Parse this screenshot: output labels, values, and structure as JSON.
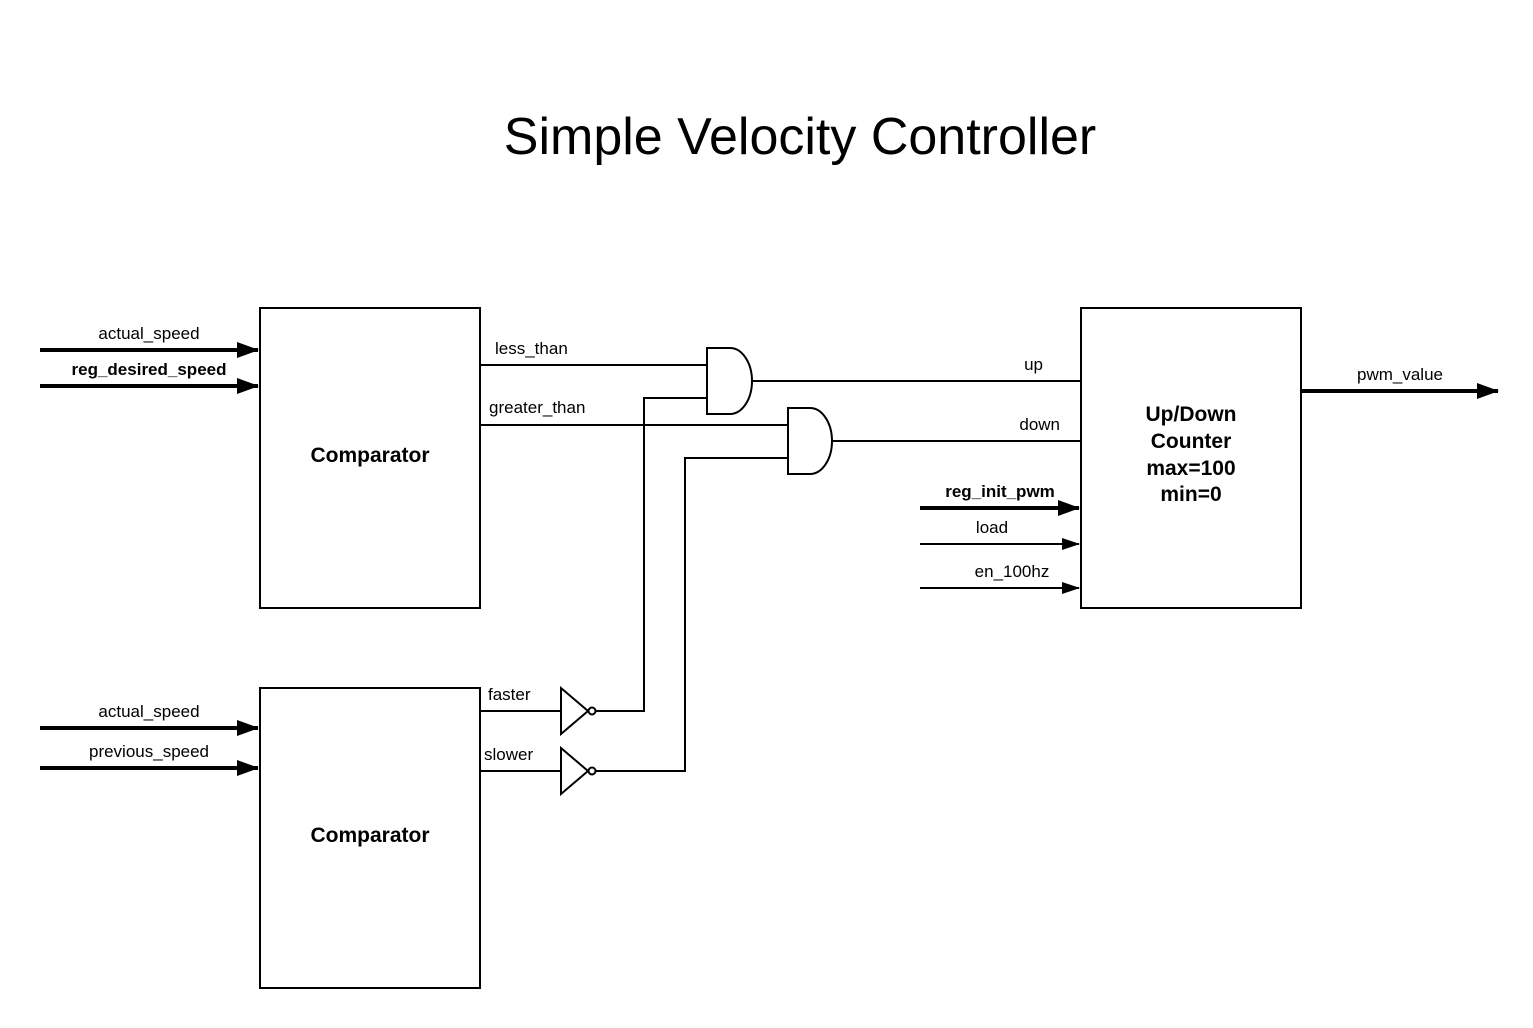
{
  "title": "Simple Velocity Controller",
  "blocks": {
    "comparator_top": {
      "label": "Comparator"
    },
    "comparator_bottom": {
      "label": "Comparator"
    },
    "counter": {
      "lines": [
        "Up/Down",
        "Counter",
        "max=100",
        "min=0"
      ]
    }
  },
  "signals": {
    "actual_speed_top": "actual_speed",
    "reg_desired_speed": "reg_desired_speed",
    "actual_speed_bottom": "actual_speed",
    "previous_speed": "previous_speed",
    "less_than": "less_than",
    "greater_than": "greater_than",
    "faster": "faster",
    "slower": "slower",
    "up": "up",
    "down": "down",
    "reg_init_pwm": "reg_init_pwm",
    "load": "load",
    "en_100hz": "en_100hz",
    "pwm_value": "pwm_value"
  }
}
